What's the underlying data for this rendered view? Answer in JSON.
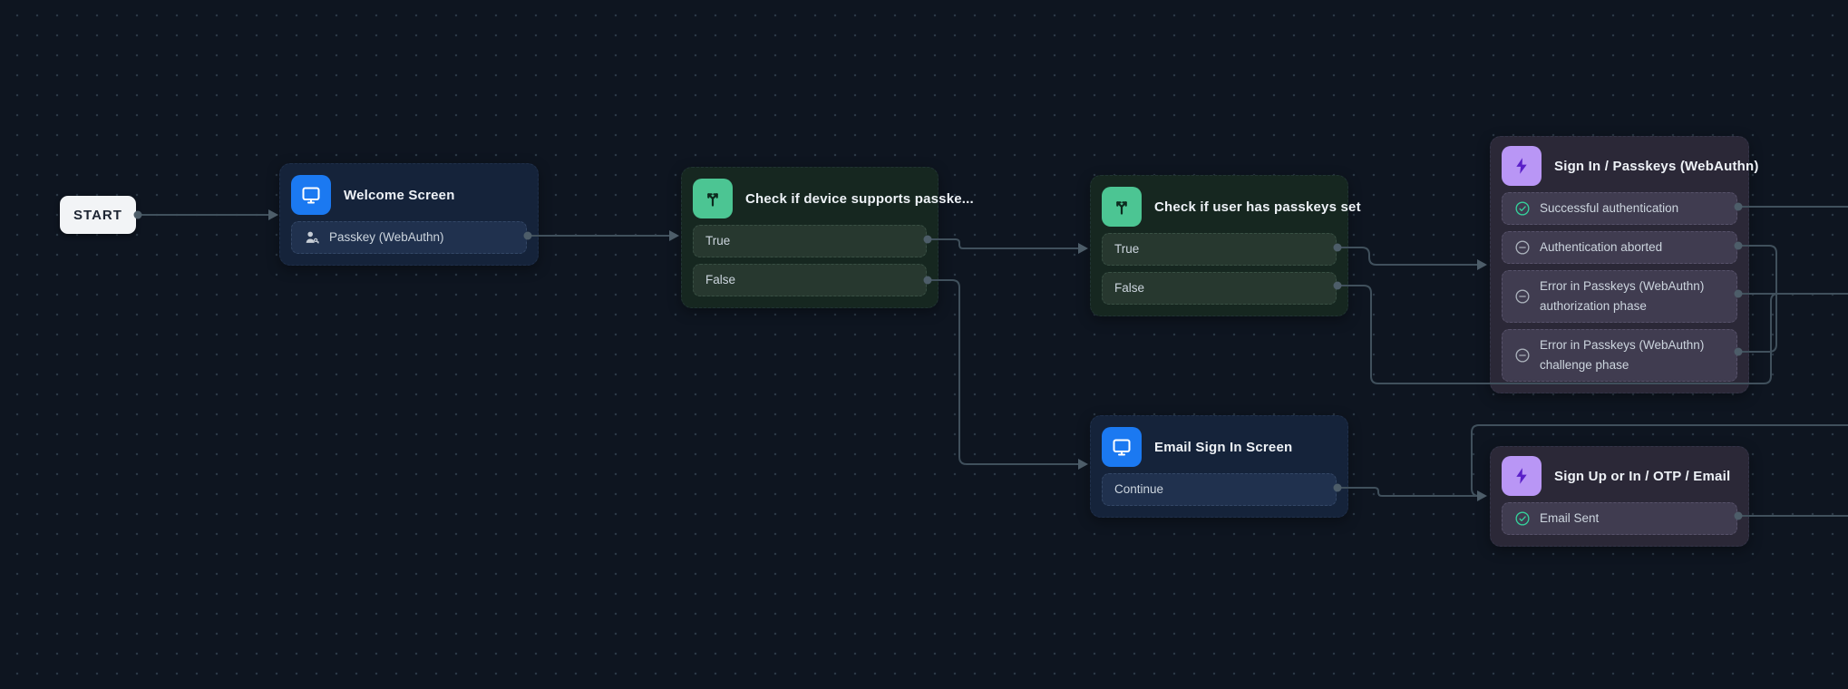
{
  "canvas": {
    "background_color": "#0e1520",
    "grid_dot_color": "#2b3845",
    "edge_color": "#40505c"
  },
  "start": {
    "label": "START"
  },
  "colors": {
    "screen_icon": "#1b79f1",
    "condition_icon": "#4cc593",
    "action_icon": "#b996f5",
    "success_icon": "#35d09b",
    "neutral_icon": "#a9b0ba"
  },
  "nodes": {
    "welcome": {
      "type": "screen",
      "title": "Welcome Screen",
      "icon": "monitor-icon",
      "rows": [
        {
          "label": "Passkey (WebAuthn)",
          "icon": "user-key-icon"
        }
      ]
    },
    "device_check": {
      "type": "condition",
      "title": "Check if device supports passke...",
      "icon": "branch-icon",
      "rows": [
        {
          "label": "True"
        },
        {
          "label": "False"
        }
      ]
    },
    "user_check": {
      "type": "condition",
      "title": "Check if user has passkeys set",
      "icon": "branch-icon",
      "rows": [
        {
          "label": "True"
        },
        {
          "label": "False"
        }
      ]
    },
    "signin_passkeys": {
      "type": "action",
      "title": "Sign In / Passkeys (WebAuthn)",
      "icon": "lightning-icon",
      "rows": [
        {
          "label": "Successful authentication",
          "icon": "check-circle-icon"
        },
        {
          "label": "Authentication aborted",
          "icon": "minus-circle-icon"
        },
        {
          "label": "Error in Passkeys (WebAuthn) authorization phase",
          "icon": "minus-circle-icon"
        },
        {
          "label": "Error in Passkeys (WebAuthn) challenge phase",
          "icon": "minus-circle-icon"
        }
      ]
    },
    "email_screen": {
      "type": "screen",
      "title": "Email Sign In Screen",
      "icon": "monitor-icon",
      "rows": [
        {
          "label": "Continue"
        }
      ]
    },
    "signup_otp": {
      "type": "action",
      "title": "Sign Up or In / OTP / Email",
      "icon": "lightning-icon",
      "rows": [
        {
          "label": "Email Sent",
          "icon": "check-circle-icon"
        }
      ]
    }
  },
  "edges": [
    {
      "from": "start",
      "to": "welcome"
    },
    {
      "from": "welcome.Passkey (WebAuthn)",
      "to": "device_check"
    },
    {
      "from": "device_check.True",
      "to": "user_check"
    },
    {
      "from": "device_check.False",
      "to": "email_screen"
    },
    {
      "from": "user_check.True",
      "to": "signin_passkeys"
    },
    {
      "from": "user_check.False",
      "to": "offscreen-right"
    },
    {
      "from": "signin_passkeys.Successful authentication",
      "to": "offscreen-right"
    },
    {
      "from": "signin_passkeys.Authentication aborted",
      "to": "signin_passkeys.Error in Passkeys (WebAuthn) challenge phase"
    },
    {
      "from": "signin_passkeys.Error in Passkeys (WebAuthn) authorization phase",
      "to": "offscreen-right"
    },
    {
      "from": "email_screen.Continue",
      "to": "signup_otp"
    },
    {
      "from": "offscreen-right",
      "to": "signup_otp"
    },
    {
      "from": "signup_otp.Email Sent",
      "to": "offscreen-right"
    }
  ]
}
